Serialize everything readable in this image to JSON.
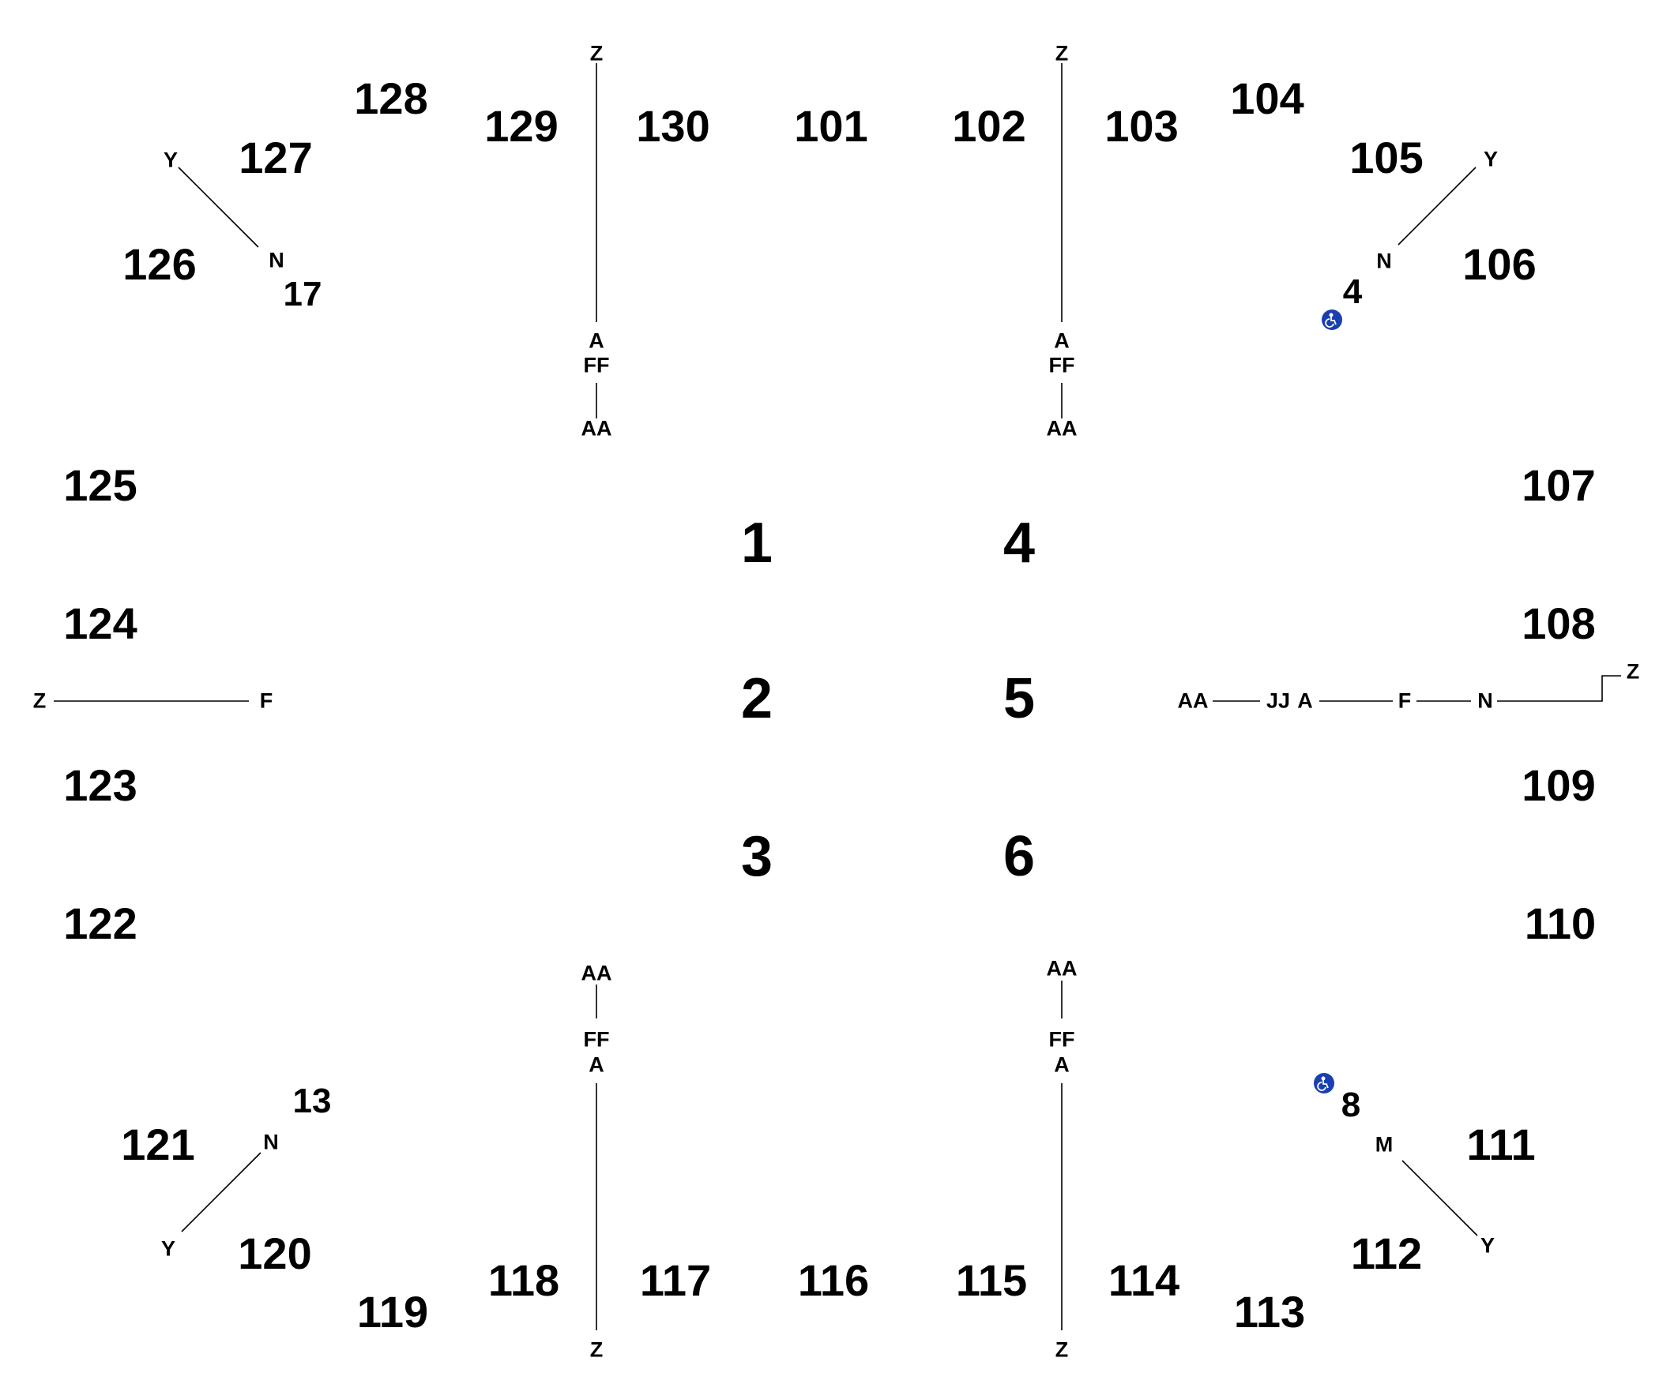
{
  "sections": [
    "101",
    "102",
    "103",
    "104",
    "105",
    "106",
    "107",
    "108",
    "109",
    "110",
    "111",
    "112",
    "113",
    "114",
    "115",
    "116",
    "117",
    "118",
    "119",
    "120",
    "121",
    "122",
    "123",
    "124",
    "125",
    "126",
    "127",
    "128",
    "129",
    "130"
  ],
  "floor_sections": [
    "1",
    "2",
    "3",
    "4",
    "5",
    "6"
  ],
  "entry_numbers": [
    "17",
    "4",
    "13",
    "8"
  ],
  "row_labels": {
    "z": "Z",
    "a": "A",
    "ff": "FF",
    "aa": "AA",
    "y": "Y",
    "n": "N",
    "m": "M",
    "f": "F",
    "jj": "JJ"
  },
  "colors": {
    "text": "#000000",
    "line": "#000000",
    "accessible_icon": "#1a3fb0"
  },
  "icons": {
    "accessible": "wheelchair-icon"
  }
}
